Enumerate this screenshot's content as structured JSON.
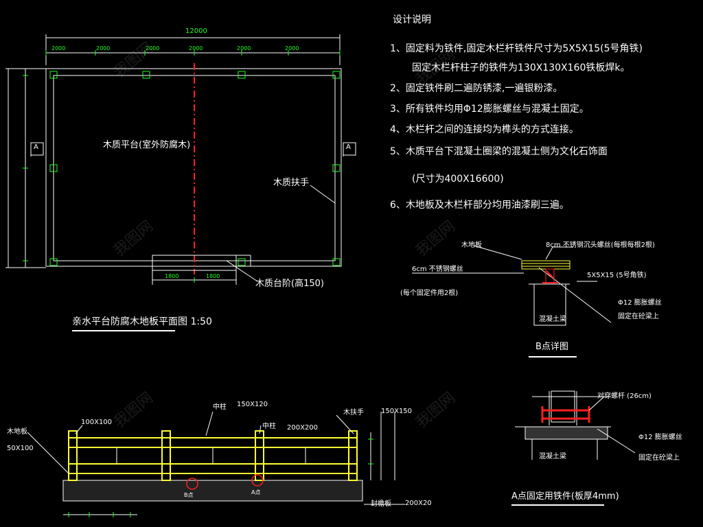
{
  "notes": {
    "title": "设计说明",
    "items": [
      "1、固定料为铁件,固定木栏杆铁件尺寸为5X5X15(5号角铁)",
      "固定木栏杆柱子的铁件为130X130X160铁板焊k。",
      "2、固定铁件刷二遍防锈漆,一遍银粉漆。",
      "3、所有铁件均用Φ12膨胀螺丝与混凝土固定。",
      "4、木栏杆之间的连接均为榫头的方式连接。",
      "5、木质平台下混凝土圈梁的混凝土侧为文化石饰面",
      "(尺寸为400X16600)",
      "6、木地板及木栏杆部分均用油漆刷三遍。"
    ]
  },
  "plan": {
    "title": "亲水平台防腐木地板平面图 1:50",
    "deck_label": "木质平台(室外防腐木)",
    "handrail_label": "木质扶手",
    "step_label": "木质台阶(高150)",
    "section_mark": "A",
    "top_dims": [
      "2000",
      "2000",
      "2000",
      "2000",
      "2000",
      "2000"
    ],
    "overall_dim": "12000",
    "bottom_dims": [
      "1800",
      "1800"
    ]
  },
  "detail_b": {
    "title": "B点详图",
    "label_board": "木地板",
    "label_bolt_top": "8cm 不锈钢沉头螺丝(每根每根2根)",
    "label_bolt_left": "6cm 不锈钢螺丝",
    "label_each": "(每个固定件用2根)",
    "label_angle": "5X5X15 (5号角铁)",
    "label_exp": "Φ12 膨胀螺丝",
    "label_fix": "固定在砼梁上",
    "label_beam": "混凝土梁"
  },
  "detail_a": {
    "title": "A点固定用铁件(板厚4mm)",
    "label_bolt": "对穿螺杆 (26cm)",
    "label_exp": "Φ12 膨胀螺丝",
    "label_fix": "固定在砼梁上",
    "label_beam": "混凝土梁"
  },
  "elevation": {
    "label_floor": "木地板",
    "label_floor_size": "50X100",
    "label_post_small": "100X100",
    "label_mid1": "中柱",
    "label_mid1_size": "150X120",
    "label_mid2": "中柱",
    "label_mid2_size": "200X200",
    "label_handrail": "木扶手",
    "label_handrail_size": "150X150",
    "label_base": "封檐板",
    "label_base_size": "200X20",
    "mark_b": "B点",
    "mark_a": "A点"
  },
  "watermark": "我图网",
  "colors": {
    "line": "#ffffff",
    "accent_green": "#22ff22",
    "accent_red": "#ff2020",
    "accent_yellow": "#ffff33",
    "background": "#000000"
  }
}
